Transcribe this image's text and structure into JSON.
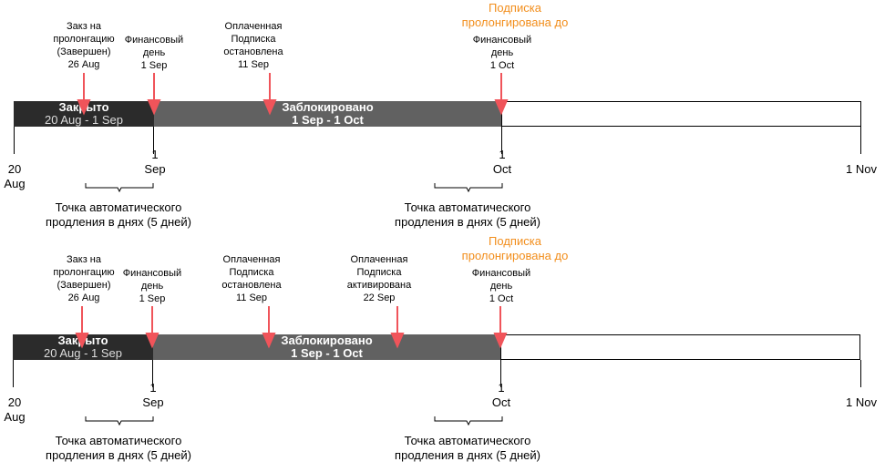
{
  "diagram1": {
    "annotations": {
      "renewal_order": "Закз на\nпролонгацию\n(Завершен)\n26 Aug",
      "finance_day_sep": "Финансовый\nдень\n1 Sep",
      "paid_stopped": "Оплаченная\nПодписка\nостановлена\n11 Sep",
      "renewed_until": "Подписка\nпролонгирована до",
      "finance_day_oct": "Финансовый\nдень\n1 Oct"
    },
    "bars": {
      "closed_title": "Закрыто",
      "closed_range": "20 Aug - 1 Sep",
      "blocked_title": "Заблокировано",
      "blocked_range": "1 Sep - 1 Oct"
    },
    "ticks": {
      "t1": "20\nAug",
      "t2": "1\nSep",
      "t3": "1\nOct",
      "t4": "1 Nov"
    },
    "brace_labels": {
      "b1": "Точка автоматического\nпродления в днях (5 дней)",
      "b2": "Точка автоматического\nпродления в днях (5 дней)"
    }
  },
  "diagram2": {
    "annotations": {
      "renewal_order": "Закз на\nпролонгацию\n(Завершен)\n26 Aug",
      "finance_day_sep": "Финансовый\nдень\n1 Sep",
      "paid_stopped": "Оплаченная\nПодписка\nостановлена\n11 Sep",
      "paid_activated": "Оплаченная\nПодписка\nактивирована\n22 Sep",
      "renewed_until": "Подписка\nпролонгирована до",
      "finance_day_oct": "Финансовый\nдень\n1 Oct"
    },
    "bars": {
      "closed_title": "Закрыто",
      "closed_range": "20 Aug - 1 Sep",
      "blocked_title": "Заблокировано",
      "blocked_range": "1 Sep - 1 Oct"
    },
    "ticks": {
      "t1": "20\nAug",
      "t2": "1\nSep",
      "t3": "1\nOct",
      "t4": "1 Nov"
    },
    "brace_labels": {
      "b1": "Точка автоматического\nпродления в днях (5 дней)",
      "b2": "Точка автоматического\nпродления в днях (5 дней)"
    }
  },
  "colors": {
    "closed": "#2b2b2b",
    "blocked": "#616161",
    "arrow": "#f0545a",
    "highlight": "#f28e1c"
  }
}
